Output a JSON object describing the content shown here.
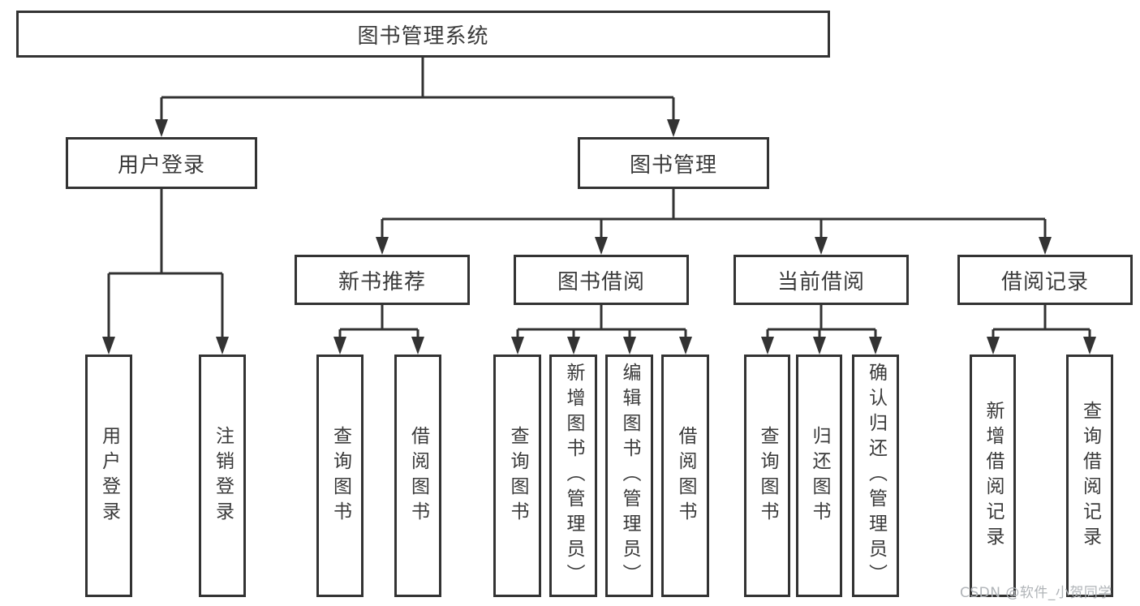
{
  "diagram": {
    "root": {
      "label": "图书管理系统"
    },
    "level2": [
      {
        "label": "用户登录"
      },
      {
        "label": "图书管理"
      }
    ],
    "level3": [
      {
        "label": "新书推荐"
      },
      {
        "label": "图书借阅"
      },
      {
        "label": "当前借阅"
      },
      {
        "label": "借阅记录"
      }
    ],
    "leaves": {
      "user_login": [
        {
          "label": "用户登录"
        },
        {
          "label": "注销登录"
        }
      ],
      "new_book_recommend": [
        {
          "label": "查询图书"
        },
        {
          "label": "借阅图书"
        }
      ],
      "book_borrowing": [
        {
          "label": "查询图书"
        },
        {
          "label": "新增图书（管理员）"
        },
        {
          "label": "编辑图书（管理员）"
        },
        {
          "label": "借阅图书"
        }
      ],
      "current_borrowing": [
        {
          "label": "查询图书"
        },
        {
          "label": "归还图书"
        },
        {
          "label": "确认归还（管理员）"
        }
      ],
      "borrowing_records": [
        {
          "label": "新增借阅记录"
        },
        {
          "label": "查询借阅记录"
        }
      ]
    }
  },
  "watermark": {
    "text": "CSDN @软件_小贺同学",
    "color": "#b0b4b8"
  },
  "colors": {
    "line": "#333333",
    "box_border": "#333333",
    "text": "#3a3a3a",
    "background": "#ffffff"
  }
}
